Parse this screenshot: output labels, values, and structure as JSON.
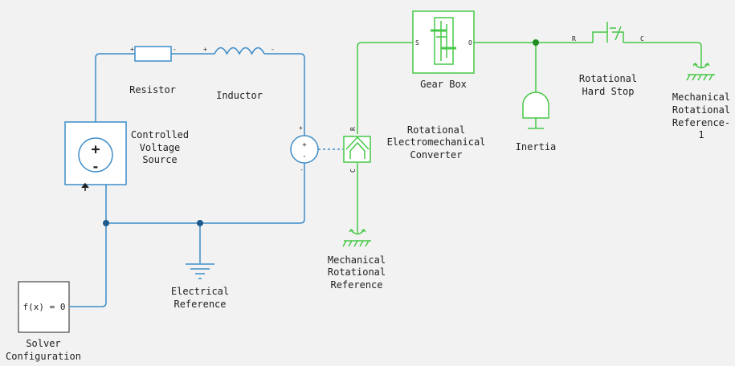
{
  "colors": {
    "electrical": "#3c8cc8",
    "mechanical": "#46c846",
    "junction_elec": "#1e5a8c",
    "junction_mech": "#1e8c1e",
    "background": "#f2f2f2"
  },
  "blocks": {
    "resistor": {
      "label": "Resistor",
      "plus": "+",
      "minus": "-"
    },
    "inductor": {
      "label": "Inductor",
      "plus": "+",
      "minus": "-"
    },
    "cvs": {
      "label": [
        "Controlled",
        "Voltage",
        "Source"
      ],
      "plus": "+",
      "minus": "-"
    },
    "electrical_reference": {
      "label": [
        "Electrical",
        "Reference"
      ]
    },
    "solver": {
      "label": [
        "Solver",
        "Configuration"
      ],
      "text": "f(x) = 0"
    },
    "converter": {
      "label": [
        "Rotational",
        "Electromechanical",
        "Converter"
      ],
      "plus": "+",
      "minus": "-",
      "port_r": "R",
      "port_c": "C"
    },
    "mech_ref": {
      "label": [
        "Mechanical",
        "Rotational",
        "Reference"
      ]
    },
    "gearbox": {
      "label": "Gear Box",
      "port_s": "S",
      "port_o": "O"
    },
    "inertia": {
      "label": "Inertia"
    },
    "hardstop": {
      "label": [
        "Rotational",
        "Hard Stop"
      ],
      "port_r": "R",
      "port_c": "C"
    },
    "mech_ref1": {
      "label": [
        "Mechanical",
        "Rotational",
        "Reference-",
        "1"
      ]
    }
  }
}
